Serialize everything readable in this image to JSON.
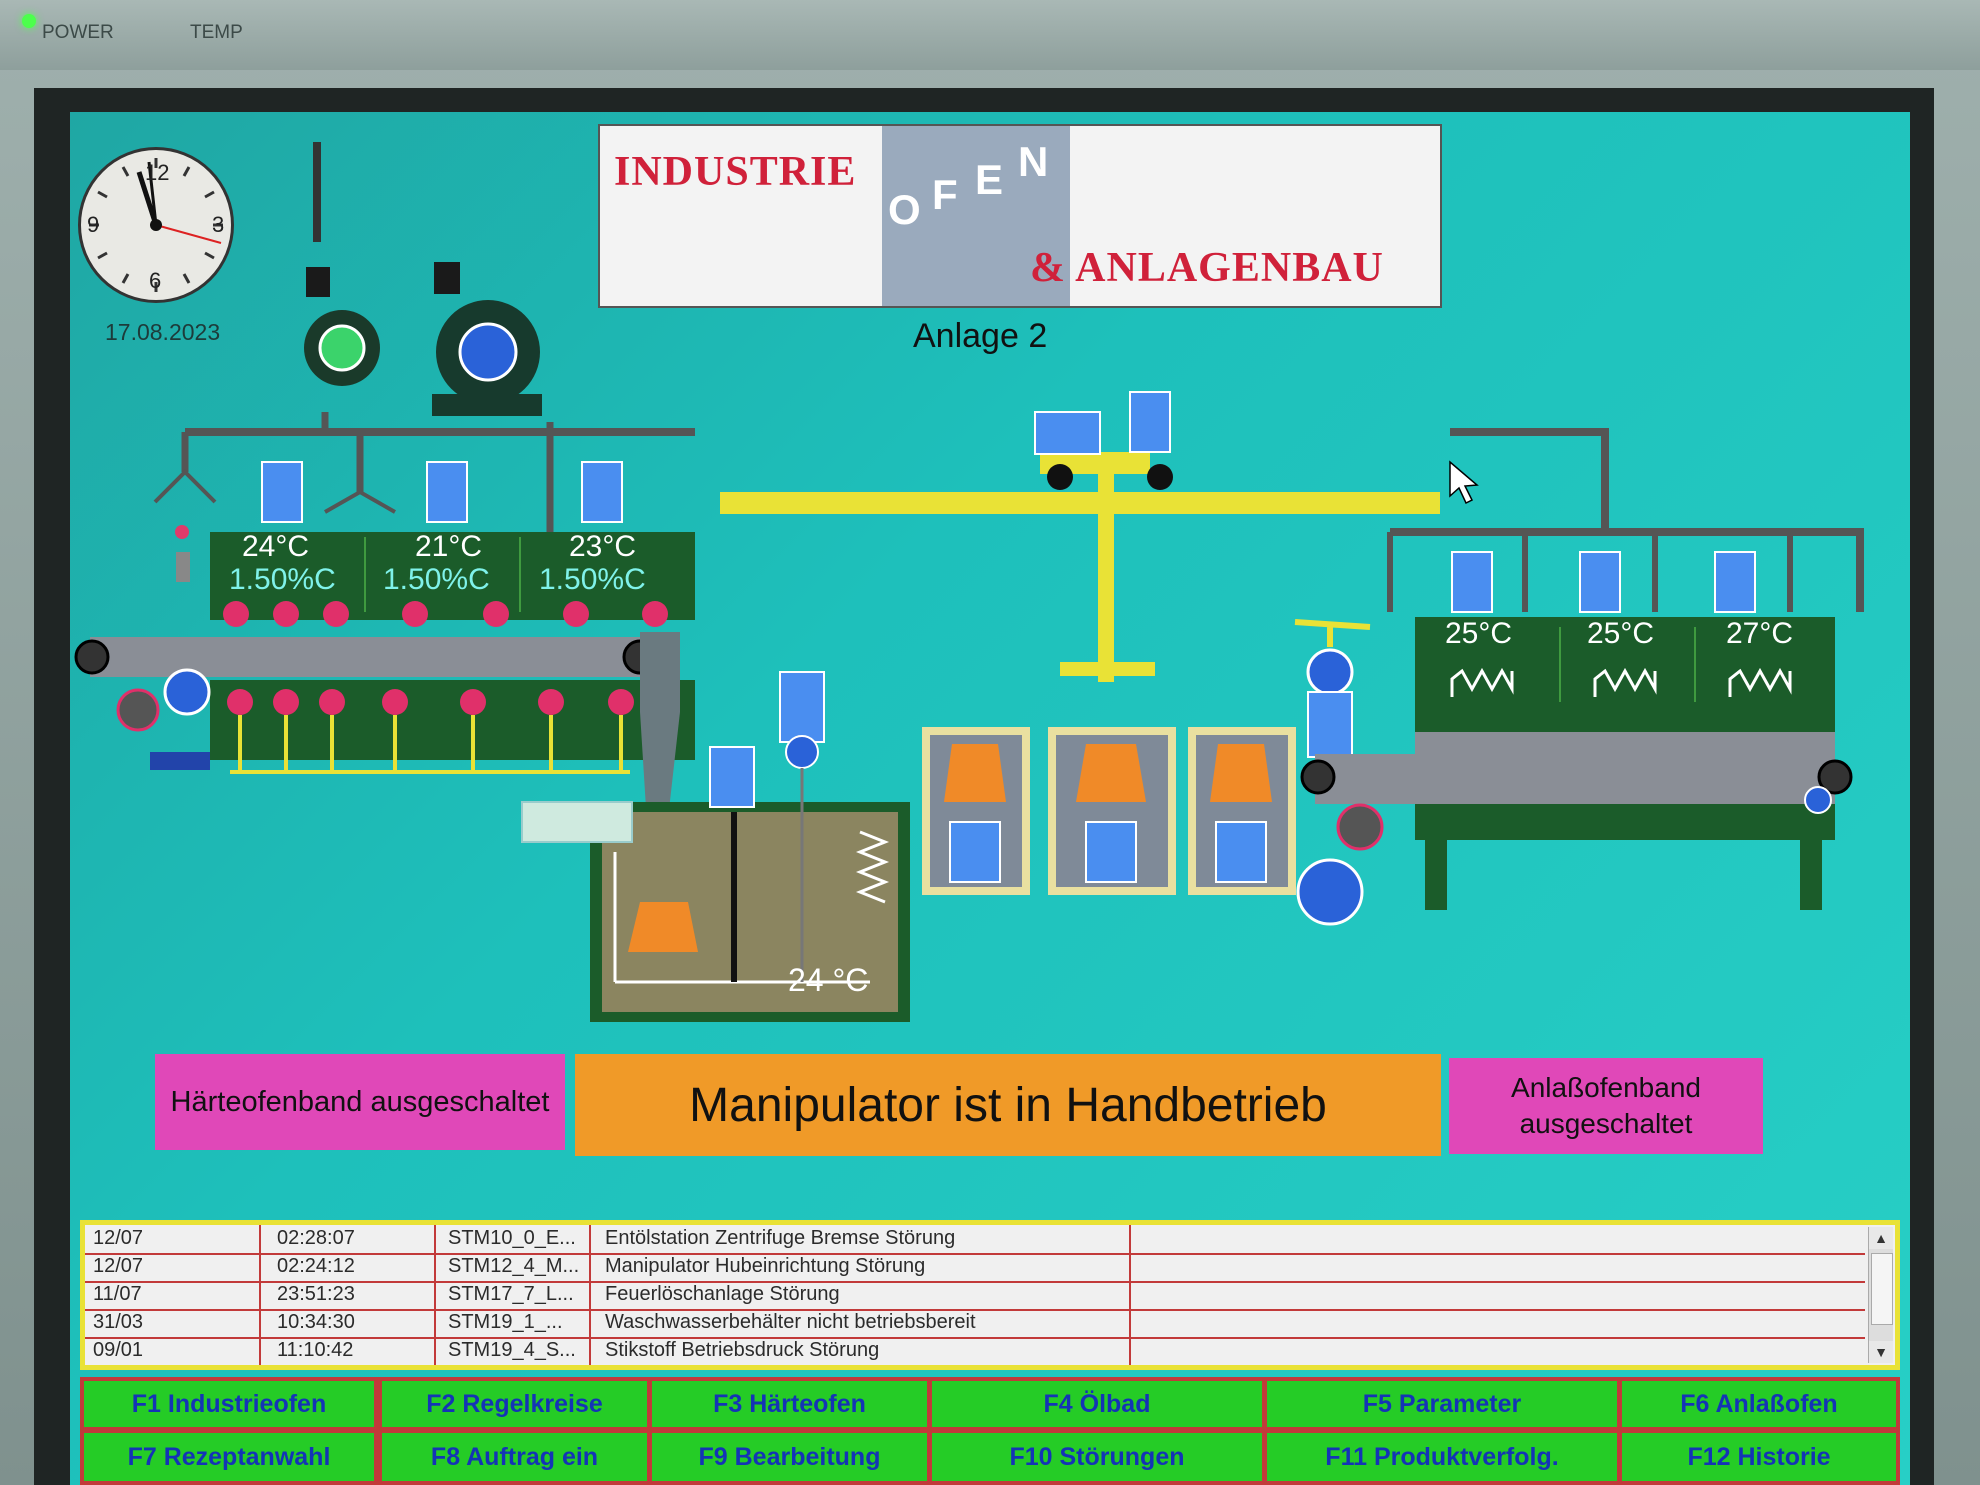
{
  "bezel": {
    "power_label": "POWER",
    "temp_label": "TEMP"
  },
  "header": {
    "logo_left": "INDUSTRIE",
    "logo_ofen": [
      "O",
      "F",
      "E",
      "N"
    ],
    "logo_right": "& ANLAGENBAU",
    "plant_name": "Anlage 2"
  },
  "clock": {
    "date": "17.08.2023",
    "numerals": [
      "12",
      "3",
      "6",
      "9"
    ]
  },
  "haerteofen": {
    "zones": [
      {
        "temp": "24°C",
        "carbon": "1.50%C"
      },
      {
        "temp": "21°C",
        "carbon": "1.50%C"
      },
      {
        "temp": "23°C",
        "carbon": "1.50%C"
      }
    ]
  },
  "oelbad": {
    "temp": "24 °C"
  },
  "anlassofen": {
    "zones": [
      {
        "temp": "25°C"
      },
      {
        "temp": "25°C"
      },
      {
        "temp": "27°C"
      }
    ]
  },
  "status": {
    "left": "Härteofenband ausgeschaltet",
    "center": "Manipulator ist in Handbetrieb",
    "right": "Anlaßofenband ausgeschaltet"
  },
  "alarms": [
    {
      "date": "12/07",
      "time": "02:28:07",
      "code": "STM10_0_E...",
      "text": "Entölstation Zentrifuge Bremse Störung"
    },
    {
      "date": "12/07",
      "time": "02:24:12",
      "code": "STM12_4_M...",
      "text": "Manipulator Hubeinrichtung Störung"
    },
    {
      "date": "11/07",
      "time": "23:51:23",
      "code": "STM17_7_L...",
      "text": "Feuerlöschanlage Störung"
    },
    {
      "date": "31/03",
      "time": "10:34:30",
      "code": "STM19_1_...",
      "text": "Waschwasserbehälter nicht betriebsbereit"
    },
    {
      "date": "09/01",
      "time": "11:10:42",
      "code": "STM19_4_S...",
      "text": "Stikstoff Betriebsdruck Störung"
    }
  ],
  "fkeys": [
    {
      "label": "F1 Industrieofen"
    },
    {
      "label": "F2 Regelkreise"
    },
    {
      "label": "F3 Härteofen"
    },
    {
      "label": "F4 Ölbad"
    },
    {
      "label": "F5 Parameter"
    },
    {
      "label": "F6 Anlaßofen"
    },
    {
      "label": "F7 Rezeptanwahl"
    },
    {
      "label": "F8  Auftrag ein"
    },
    {
      "label": "F9 Bearbeitung"
    },
    {
      "label": "F10 Störungen"
    },
    {
      "label": "F11 Produktverfolg."
    },
    {
      "label": "F12 Historie"
    }
  ],
  "colors": {
    "screen_bg": "#1ec0bb",
    "status_pink": "#e048b8",
    "status_orange": "#f09a28",
    "fkey_green": "#25cc26",
    "fkey_text": "#1434b6",
    "alarm_border": "#e9e236"
  }
}
